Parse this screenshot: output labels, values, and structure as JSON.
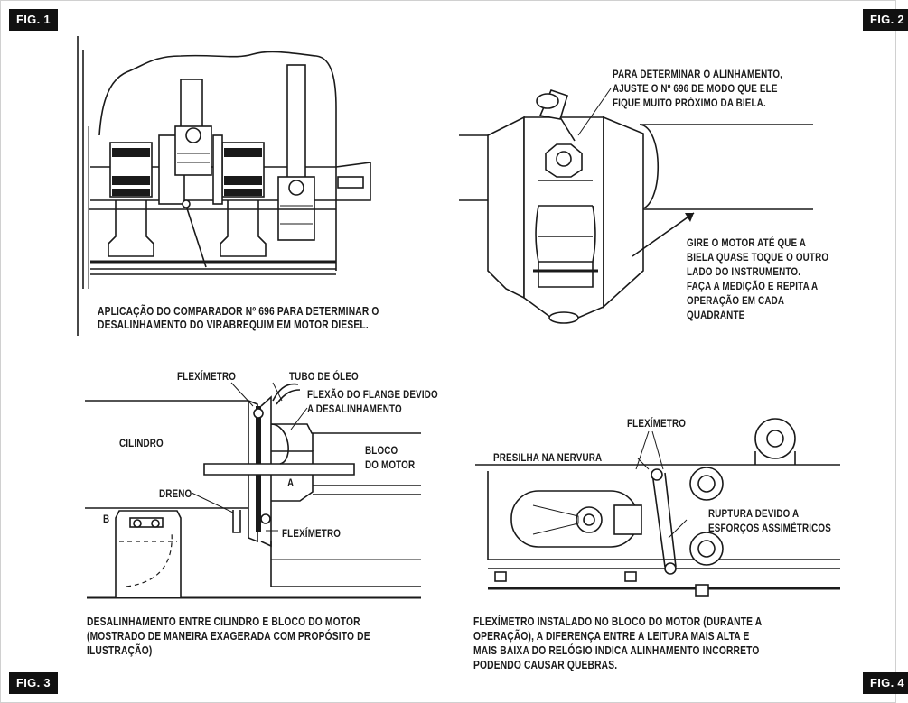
{
  "badges": {
    "fig1": "FIG. 1",
    "fig2": "FIG. 2",
    "fig3": "FIG. 3",
    "fig4": "FIG. 4"
  },
  "fig1": {
    "caption_line1": "APLICAÇÃO DO COMPARADOR Nº 696 PARA DETERMINAR O",
    "caption_line2": "DESALINHAMENTO DO VIRABREQUIM EM MOTOR DIESEL."
  },
  "fig2": {
    "note_top_line1": "PARA DETERMINAR O ALINHAMENTO,",
    "note_top_line2": "AJUSTE O Nº 696 DE MODO QUE ELE",
    "note_top_line3": "FIQUE MUITO PRÓXIMO DA BIELA.",
    "note_bottom_line1": "GIRE O MOTOR ATÉ QUE A",
    "note_bottom_line2": "BIELA QUASE TOQUE O OUTRO",
    "note_bottom_line3": "LADO DO INSTRUMENTO.",
    "note_bottom_line4": "FAÇA A MEDIÇÃO E REPITA A",
    "note_bottom_line5": "OPERAÇÃO EM CADA",
    "note_bottom_line6": "QUADRANTE"
  },
  "fig3": {
    "flexímetro_top": "FLEXÍMETRO",
    "tubo_oleo": "TUBO DE ÓLEO",
    "flexao_line1": "FLEXÃO DO FLANGE DEVIDO",
    "flexao_line2": "A DESALINHAMENTO",
    "cilindro": "CILINDRO",
    "bloco_line1": "BLOCO",
    "bloco_line2": "DO MOTOR",
    "dreno": "DRENO",
    "letter_a": "A",
    "letter_b": "B",
    "flexímetro_bottom": "FLEXÍMETRO",
    "caption_line1": "DESALINHAMENTO ENTRE CILINDRO E BLOCO DO MOTOR",
    "caption_line2": "(MOSTRADO DE MANEIRA EXAGERADA COM PROPÓSITO DE",
    "caption_line3": "ILUSTRAÇÃO)"
  },
  "fig4": {
    "flexímetro": "FLEXÍMETRO",
    "presilha": "PRESILHA NA NERVURA",
    "ruptura_line1": "RUPTURA DEVIDO A",
    "ruptura_line2": "ESFORÇOS ASSIMÉTRICOS",
    "caption_line1": "FLEXÍMETRO INSTALADO NO BLOCO DO MOTOR (DURANTE A",
    "caption_line2": "OPERAÇÃO), A DIFERENÇA ENTRE A LEITURA MAIS ALTA E",
    "caption_line3": "MAIS BAIXA DO RELÓGIO INDICA ALINHAMENTO INCORRETO",
    "caption_line4": "PODENDO CAUSAR QUEBRAS."
  }
}
